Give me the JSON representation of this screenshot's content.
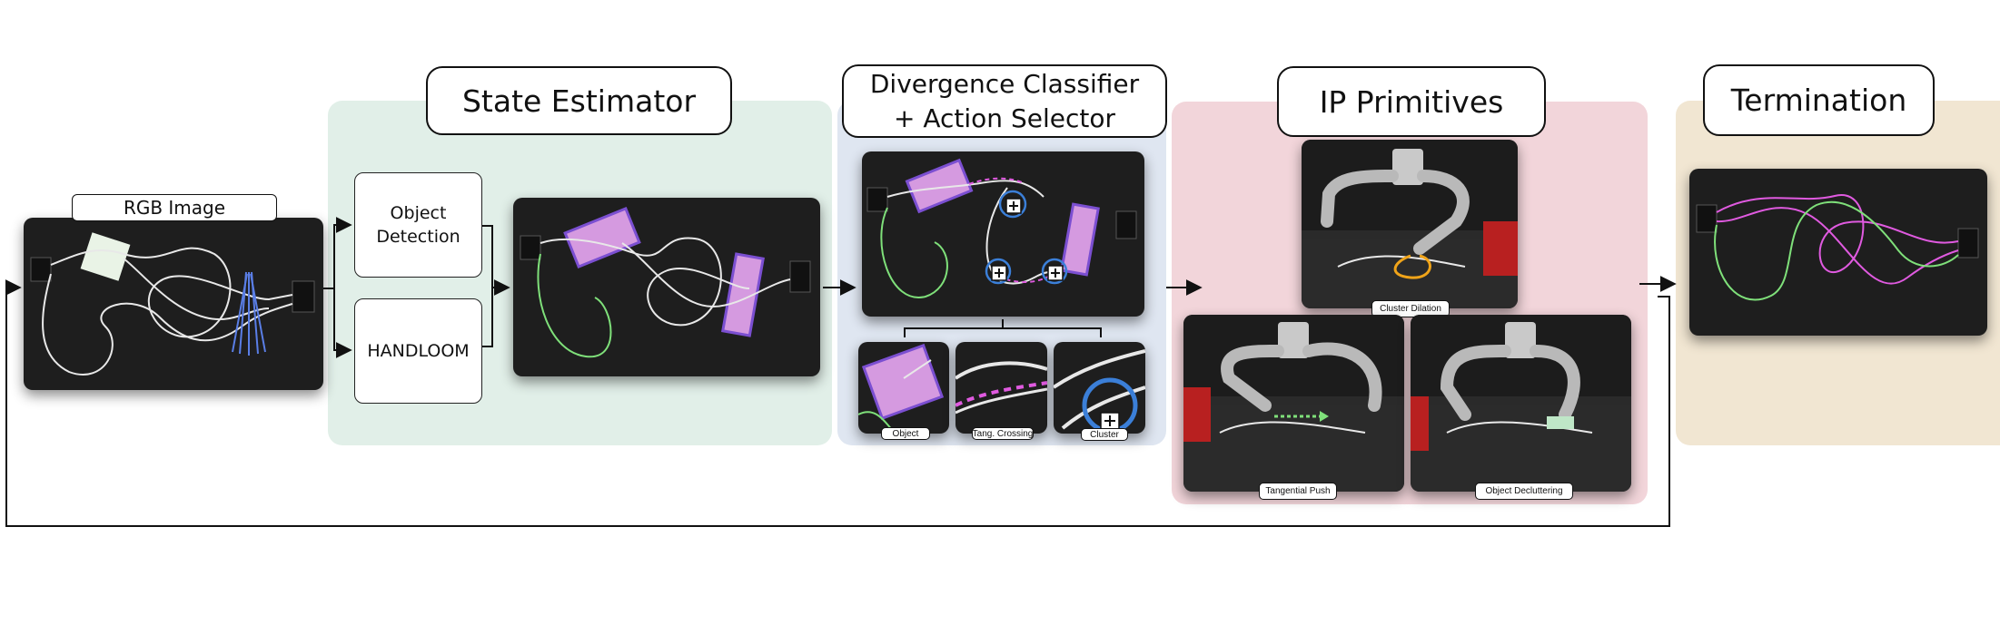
{
  "stages": {
    "state_estimator": "State Estimator",
    "divergence_line1": "Divergence Classifier",
    "divergence_line2": "+ Action Selector",
    "ip_primitives": "IP Primitives",
    "termination": "Termination"
  },
  "input": {
    "label": "RGB Image"
  },
  "modules": {
    "object_detection_line1": "Object",
    "object_detection_line2": "Detection",
    "handloom": "HANDLOOM"
  },
  "divergence_crops": [
    "Object",
    "Tang. Crossing",
    "Cluster"
  ],
  "primitives": [
    "Cluster Dilation",
    "Tangential Push",
    "Object Decluttering"
  ],
  "colors": {
    "state_panel": "#e1efe8",
    "divergence_panel": "#dfe6f1",
    "primitives_panel": "#f2d5da",
    "termination_panel": "#f1e6d2",
    "green_cable": "#7fe07a",
    "pink_cable": "#e05ae0",
    "object_box": "#9b6fd1",
    "marker_circle": "#3b7fd8"
  }
}
